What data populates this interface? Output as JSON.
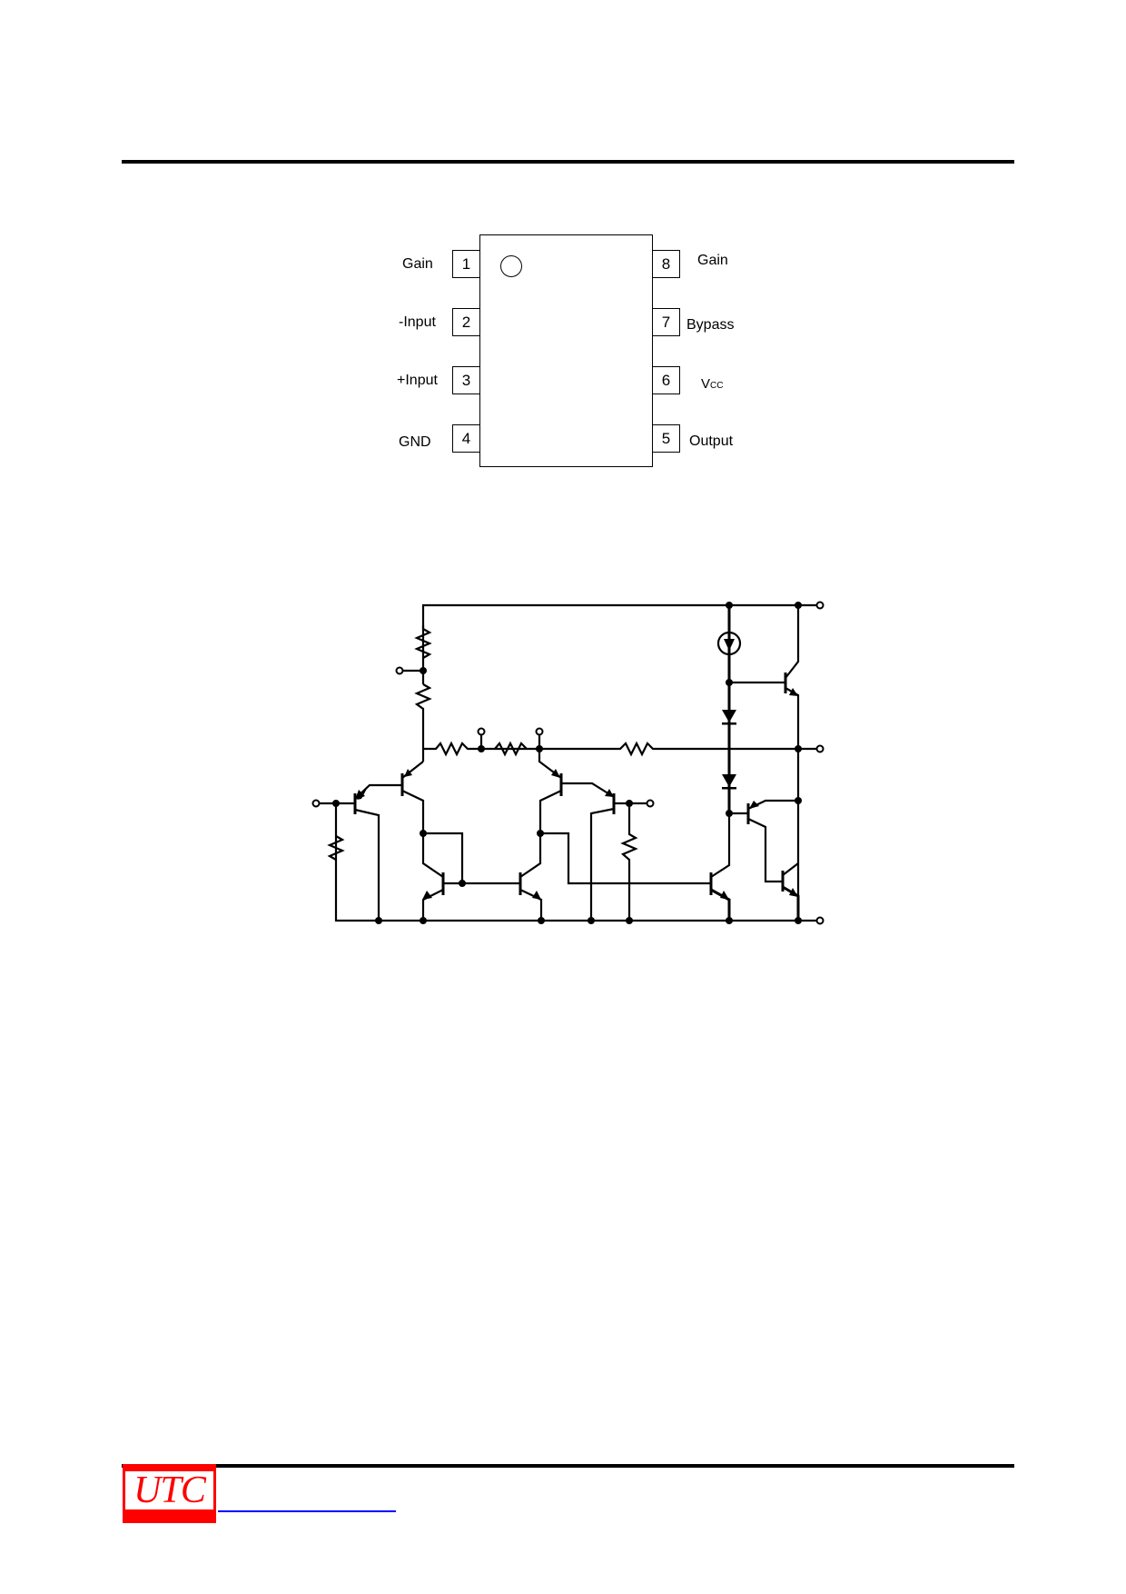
{
  "pin_diagram": {
    "left_pins": [
      {
        "number": "1",
        "label": "Gain"
      },
      {
        "number": "2",
        "label": "-Input"
      },
      {
        "number": "3",
        "label": "+Input"
      },
      {
        "number": "4",
        "label": "GND"
      }
    ],
    "right_pins": [
      {
        "number": "8",
        "label": "Gain"
      },
      {
        "number": "7",
        "label": "Bypass"
      },
      {
        "number": "6",
        "label": "V",
        "label_sub": "CC"
      },
      {
        "number": "5",
        "label": "Output"
      }
    ]
  },
  "footer": {
    "logo_text": "UTC",
    "colors": {
      "logo": "#ff0000",
      "link": "#0000ff"
    }
  }
}
